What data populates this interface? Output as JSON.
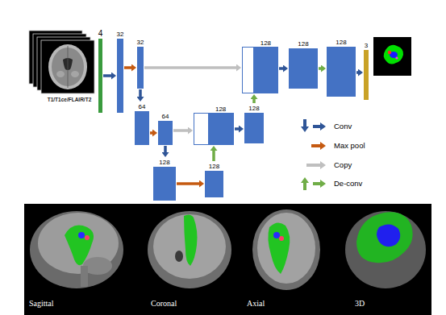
{
  "diagram": {
    "nodes": [
      {
        "text": [
          "4"
        ]
      },
      {
        "text": [
          "32"
        ]
      },
      {
        "text": [
          "32"
        ]
      },
      {
        "text": [
          "64"
        ]
      },
      {
        "text": [
          "64"
        ]
      },
      {
        "text": [
          "128"
        ]
      },
      {
        "text": [
          "128"
        ]
      },
      {
        "text": [
          "128"
        ]
      },
      {
        "text": [
          "128"
        ]
      },
      {
        "text": [
          "128"
        ]
      },
      {
        "text": [
          "128"
        ]
      },
      {
        "text": [
          "128"
        ]
      },
      {
        "text": [
          "3"
        ]
      }
    ],
    "edges": [
      {
        "from": 0,
        "to": 1,
        "arrow": "to"
      },
      {
        "from": 1,
        "to": 2,
        "arrow": "to"
      },
      {
        "from": 2,
        "to": 3,
        "arrow": "to"
      },
      {
        "from": 3,
        "to": 4,
        "arrow": "to"
      },
      {
        "from": 4,
        "to": 5,
        "arrow": "to"
      },
      {
        "from": 5,
        "to": 6,
        "arrow": "to"
      },
      {
        "from": 6,
        "to": 7,
        "arrow": "to"
      },
      {
        "from": 4,
        "to": 7,
        "arrow": "to"
      },
      {
        "from": 7,
        "to": 8,
        "arrow": "to"
      },
      {
        "from": 8,
        "to": 9,
        "arrow": "to"
      },
      {
        "from": 2,
        "to": 9,
        "arrow": "to"
      },
      {
        "from": 9,
        "to": 10,
        "arrow": "to"
      },
      {
        "from": 10,
        "to": 11,
        "arrow": "to"
      },
      {
        "from": 11,
        "to": 12,
        "arrow": "to"
      }
    ],
    "labels": [
      "T1/T1ce/FLAIR/T2",
      "Sagittal",
      "Coronal",
      "Axial",
      "3D"
    ],
    "legend": [
      {
        "text": "Conv"
      },
      {
        "text": "Max pool"
      },
      {
        "text": "Copy"
      },
      {
        "text": "De-conv"
      }
    ]
  }
}
